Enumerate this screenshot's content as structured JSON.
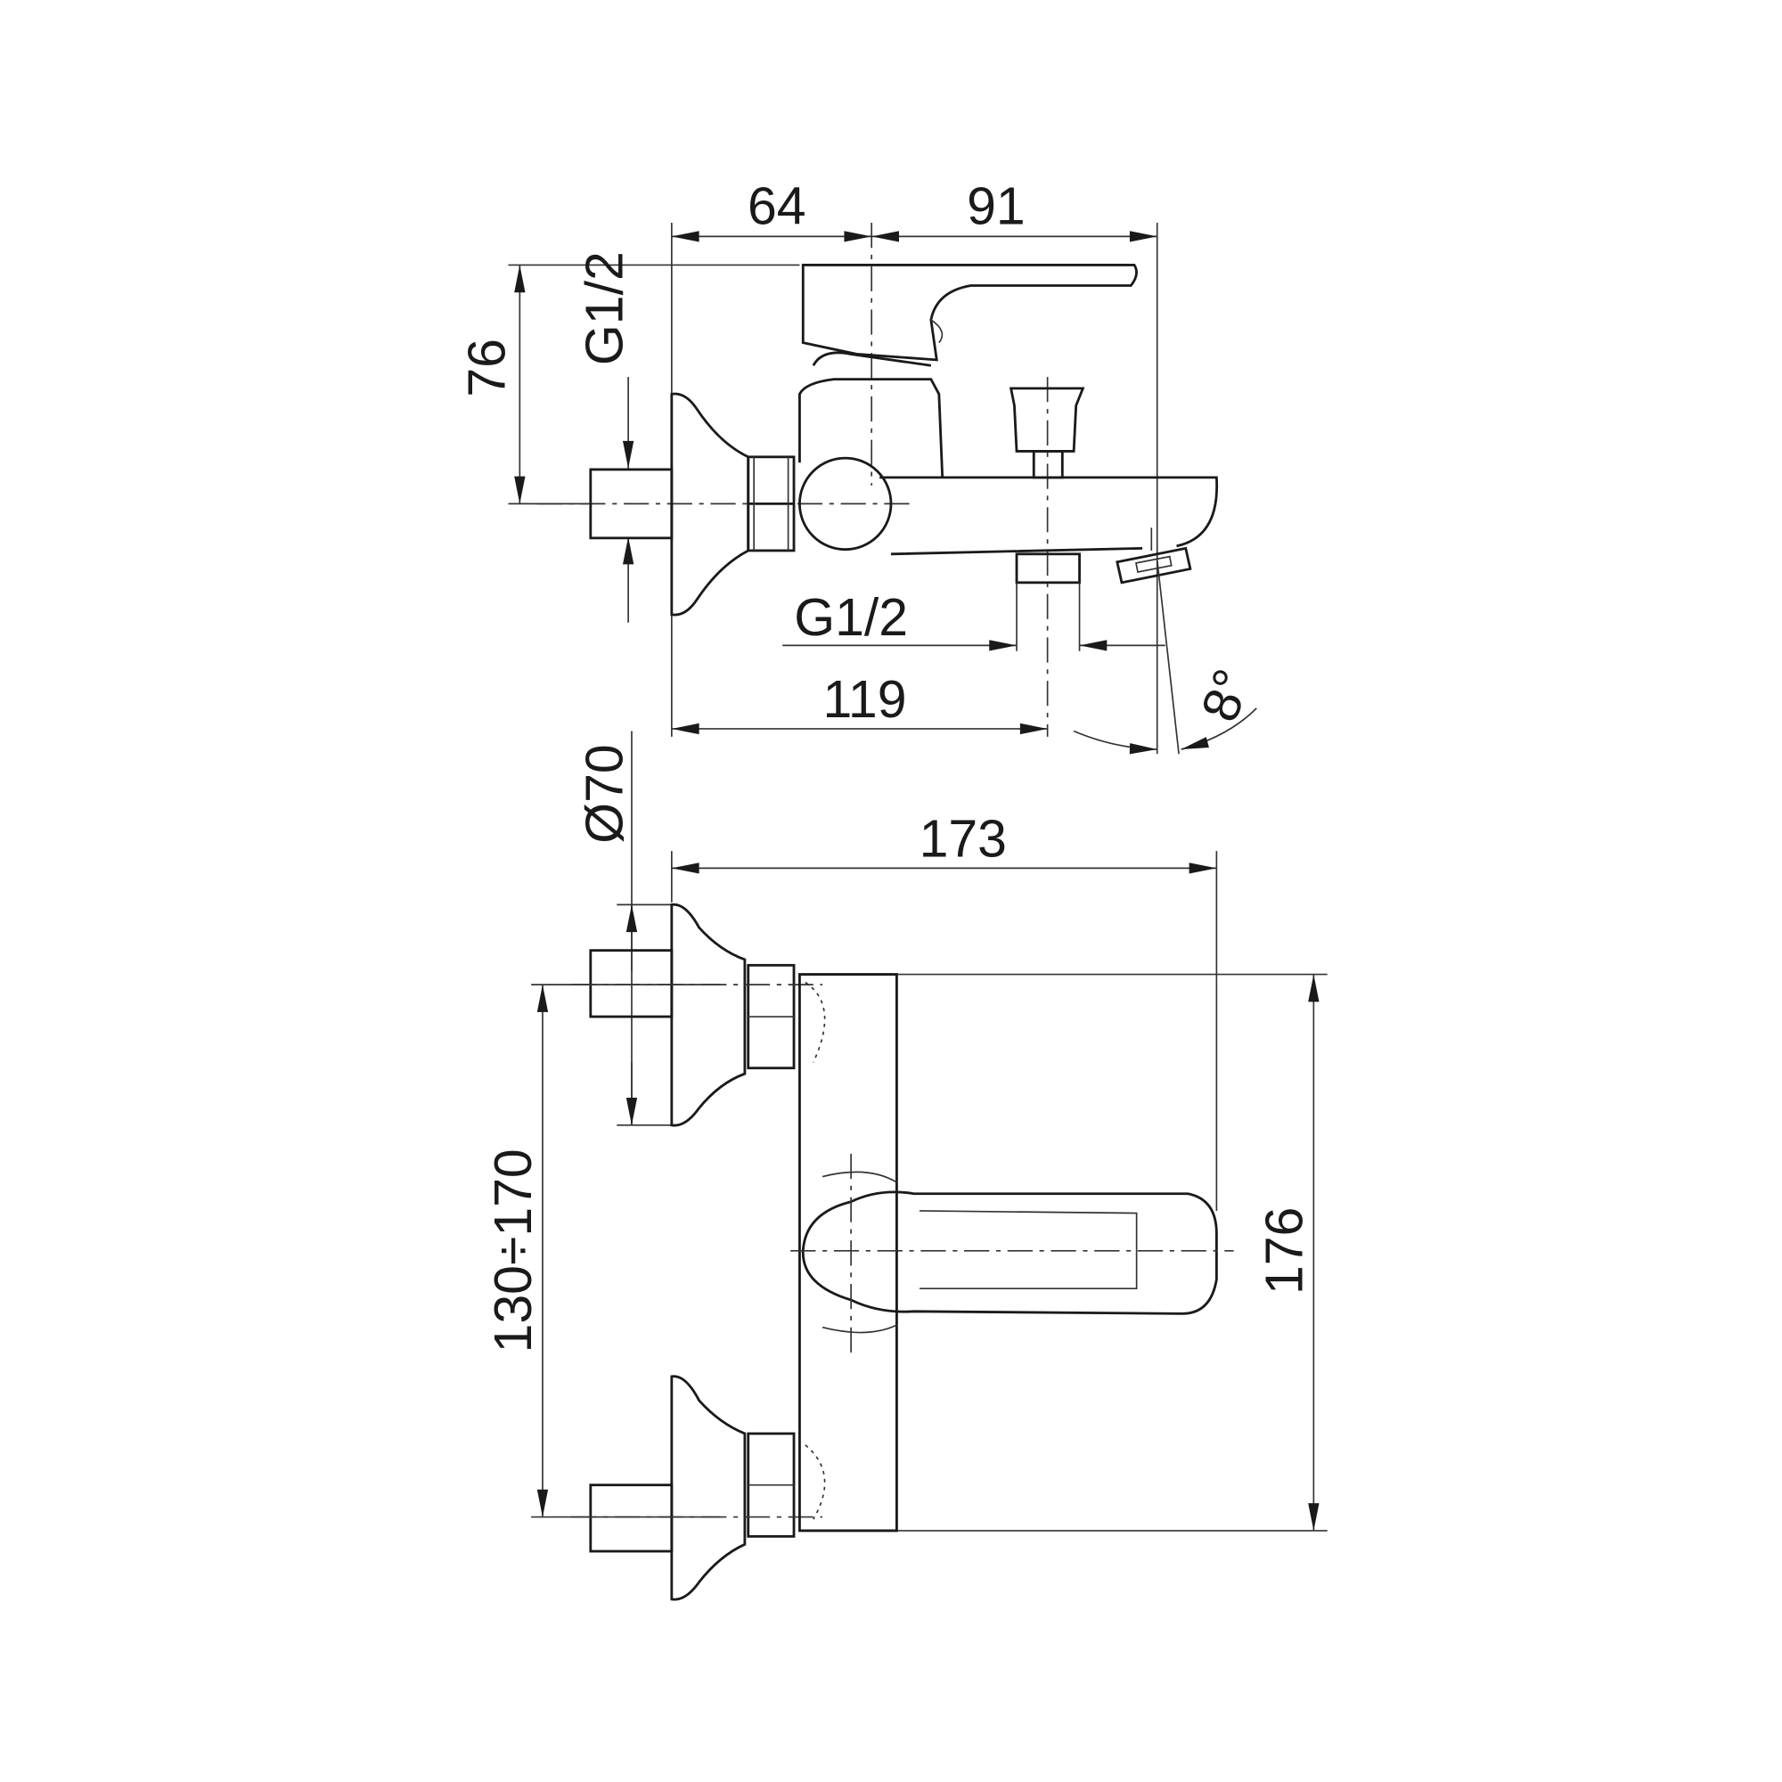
{
  "title": "Bath mixer technical drawing",
  "side_view": {
    "dim_left_to_axis": "64",
    "dim_axis_to_spout": "91",
    "dim_height": "76",
    "thread_inlet": "G1/2",
    "thread_outlet": "G1/2",
    "dim_outlet_distance": "119",
    "spout_angle": "8°"
  },
  "front_view": {
    "rosette_diameter": "Ø70",
    "dim_depth": "173",
    "dim_height": "176",
    "dim_inlet_spacing": "130÷170"
  }
}
